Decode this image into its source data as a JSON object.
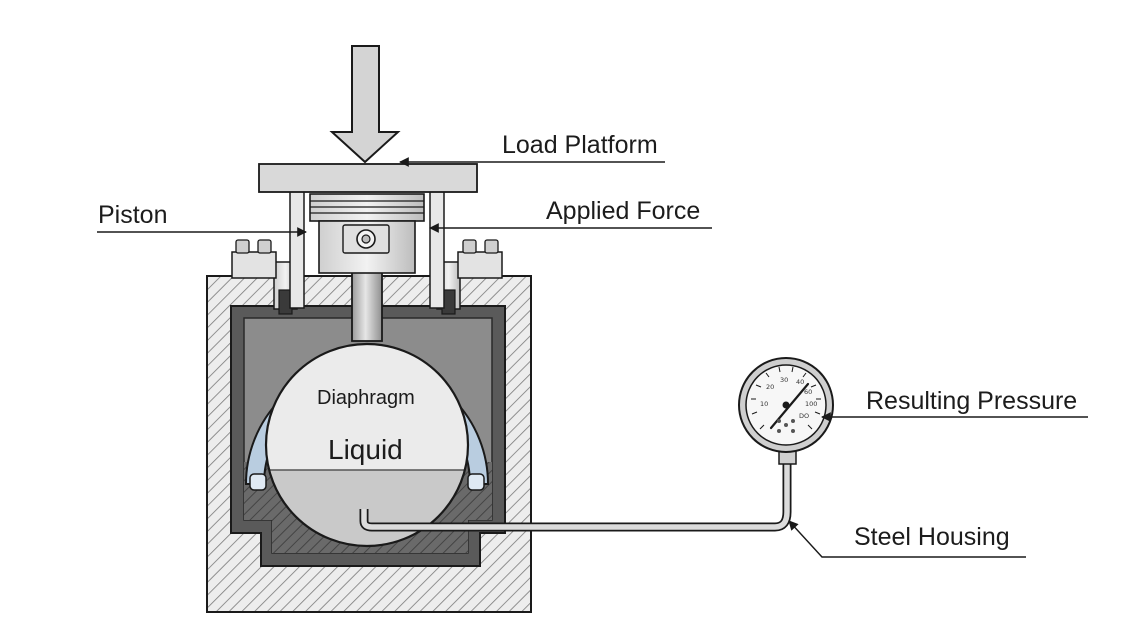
{
  "diagram": {
    "labels": {
      "load_platform": "Load Platform",
      "piston": "Piston",
      "applied_force": "Applied Force",
      "resulting_pressure": "Resulting Pressure",
      "steel_housing": "Steel Housing",
      "diaphragm": "Diaphragm",
      "liquid": "Liquid"
    },
    "gauge": {
      "dial_numbers": [
        "10",
        "20",
        "30",
        "40",
        "60",
        "100",
        "DO"
      ]
    },
    "colors": {
      "outline": "#1a1a1a",
      "housing_wall": "#ededed",
      "housing_hatch": "#777777",
      "cavity_dark": "#5a5a5a",
      "cavity_mid": "#8c8c8c",
      "metal_light": "#e3e3e3",
      "diaphragm": "#b9cde0",
      "liquid_top": "#ebebeb",
      "liquid_bottom": "#c9c9c9"
    }
  }
}
